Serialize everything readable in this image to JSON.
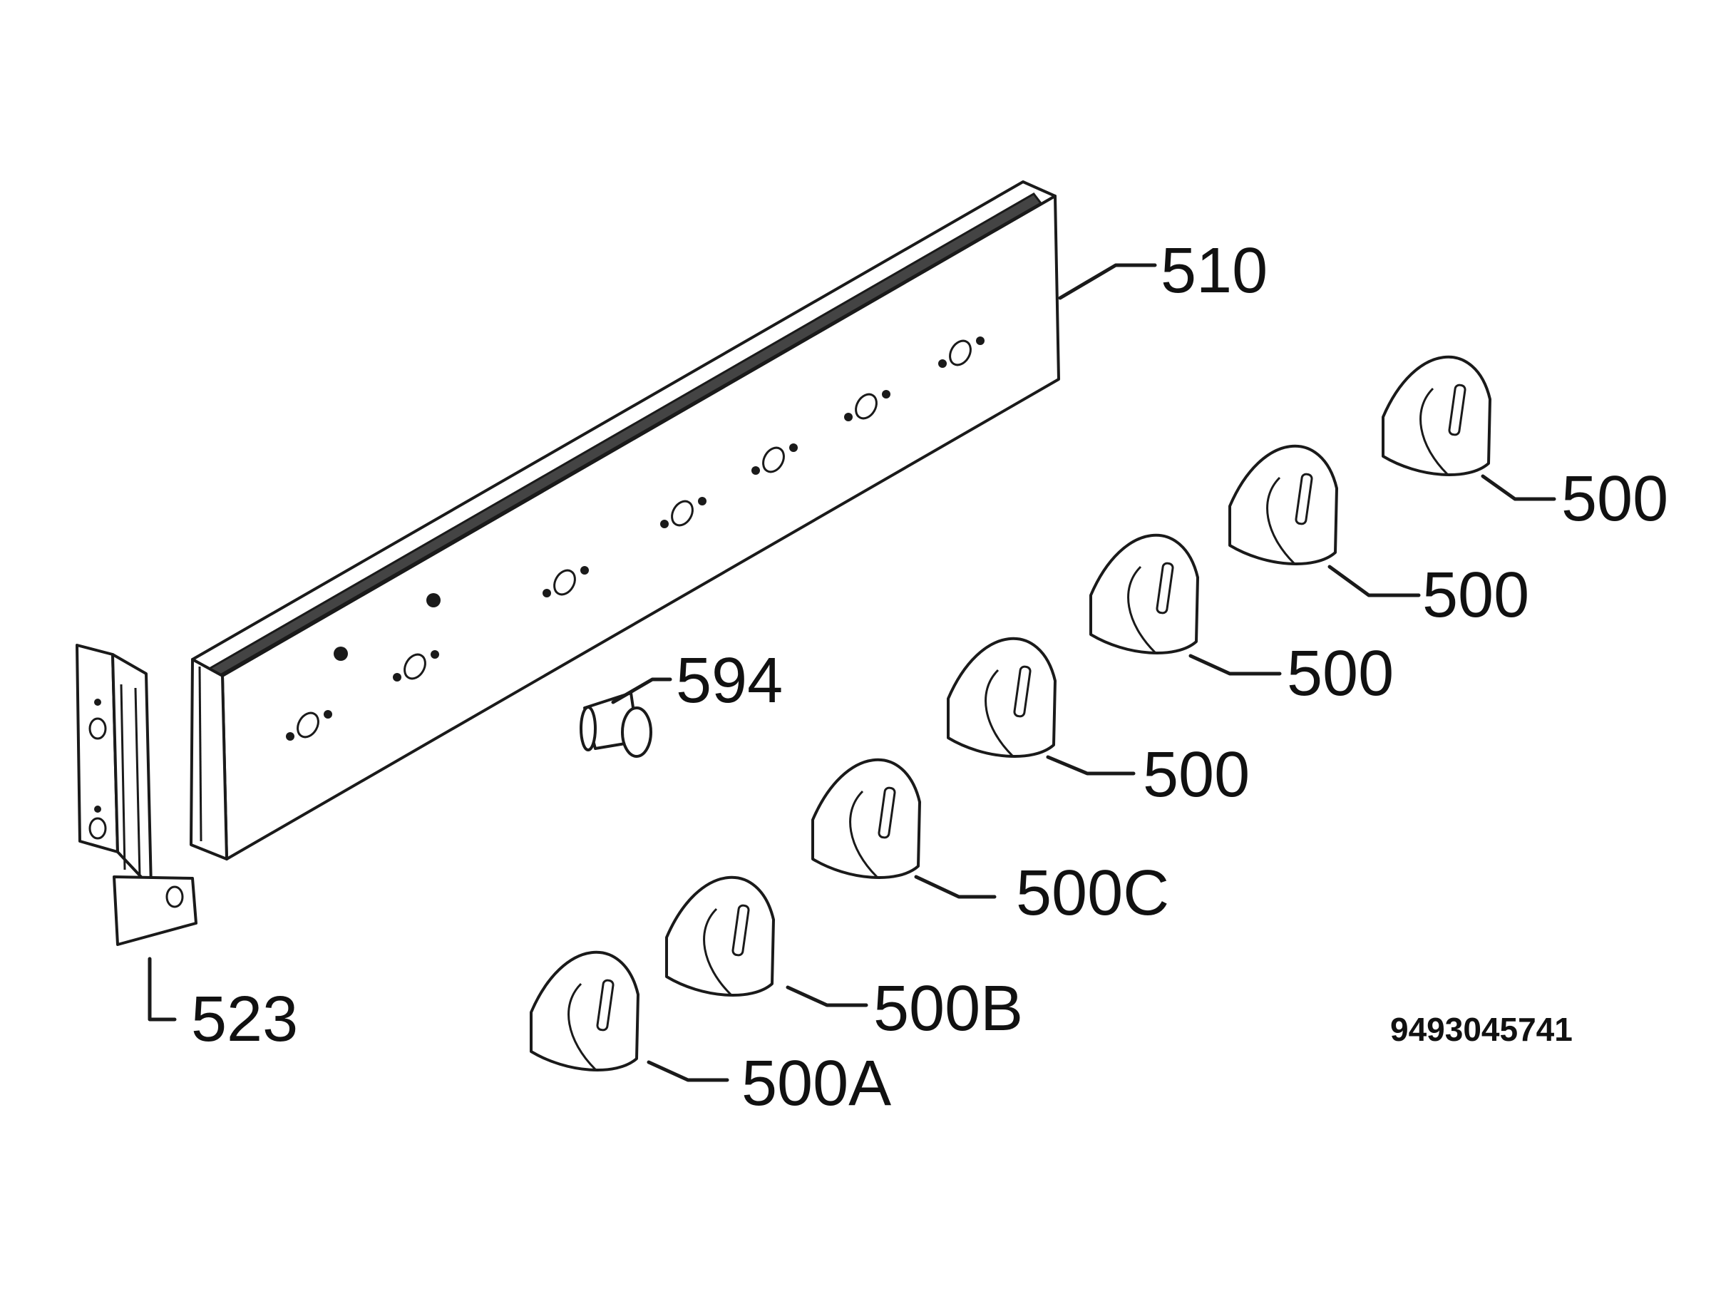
{
  "diagram": {
    "document_number": "9493045741",
    "labels": {
      "control_panel": "510",
      "end_bracket": "523",
      "push_button": "594",
      "knob_1": "500",
      "knob_2": "500",
      "knob_3": "500",
      "knob_4": "500",
      "knob_c": "500C",
      "knob_b": "500B",
      "knob_a": "500A"
    }
  }
}
